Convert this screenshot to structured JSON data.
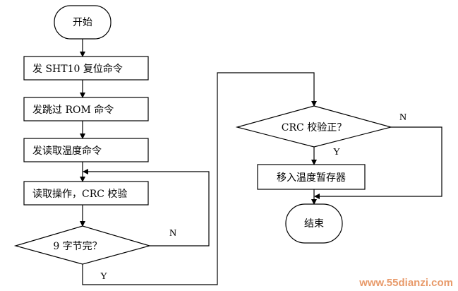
{
  "flowchart": {
    "start": "开始",
    "reset": "发 SHT10 复位命令",
    "skip_rom": "发跳过 ROM 命令",
    "read_temp_cmd": "发读取温度命令",
    "read_op": "读取操作，CRC 校验",
    "nine_bytes": "9 字节完？",
    "nine_bytes_no": "N",
    "nine_bytes_yes": "Y",
    "crc_check": "CRC 校验正？",
    "crc_no": "N",
    "crc_yes": "Y",
    "move_temp": "移入温度暂存器",
    "end": "结束"
  },
  "watermark": "www.55dianzi.com"
}
